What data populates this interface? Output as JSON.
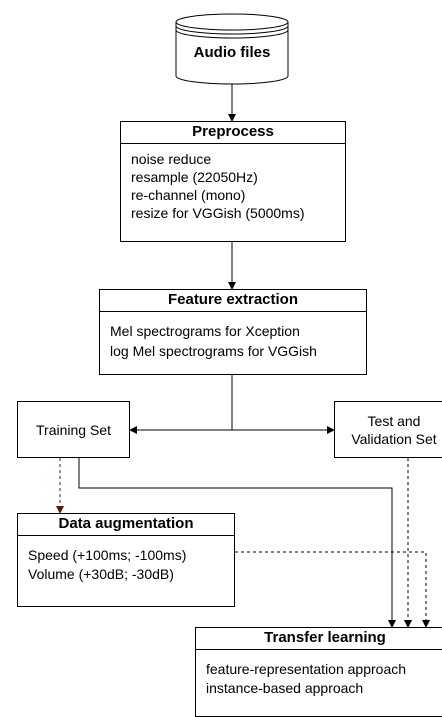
{
  "nodes": {
    "audio_files": {
      "label": "Audio files"
    },
    "preprocess": {
      "title": "Preprocess",
      "lines": [
        "noise reduce",
        "resample (22050Hz)",
        "re-channel (mono)",
        "resize for VGGish (5000ms)"
      ]
    },
    "feature_extraction": {
      "title": "Feature extraction",
      "lines": [
        "Mel spectrograms for Xception",
        "log Mel spectrograms for VGGish"
      ]
    },
    "training_set": {
      "label": "Training Set"
    },
    "test_validation_set": {
      "lines": [
        "Test and",
        "Validation Set"
      ]
    },
    "data_augmentation": {
      "title": "Data augmentation",
      "lines": [
        "Speed (+100ms; -100ms)",
        "Volume (+30dB; -30dB)"
      ]
    },
    "transfer_learning": {
      "title": "Transfer learning",
      "lines": [
        "feature-representation approach",
        "instance-based approach"
      ]
    }
  },
  "colors": {
    "line": "#000000",
    "augmentation_arrow": "#5a1a0a",
    "background": "#ffffff"
  }
}
